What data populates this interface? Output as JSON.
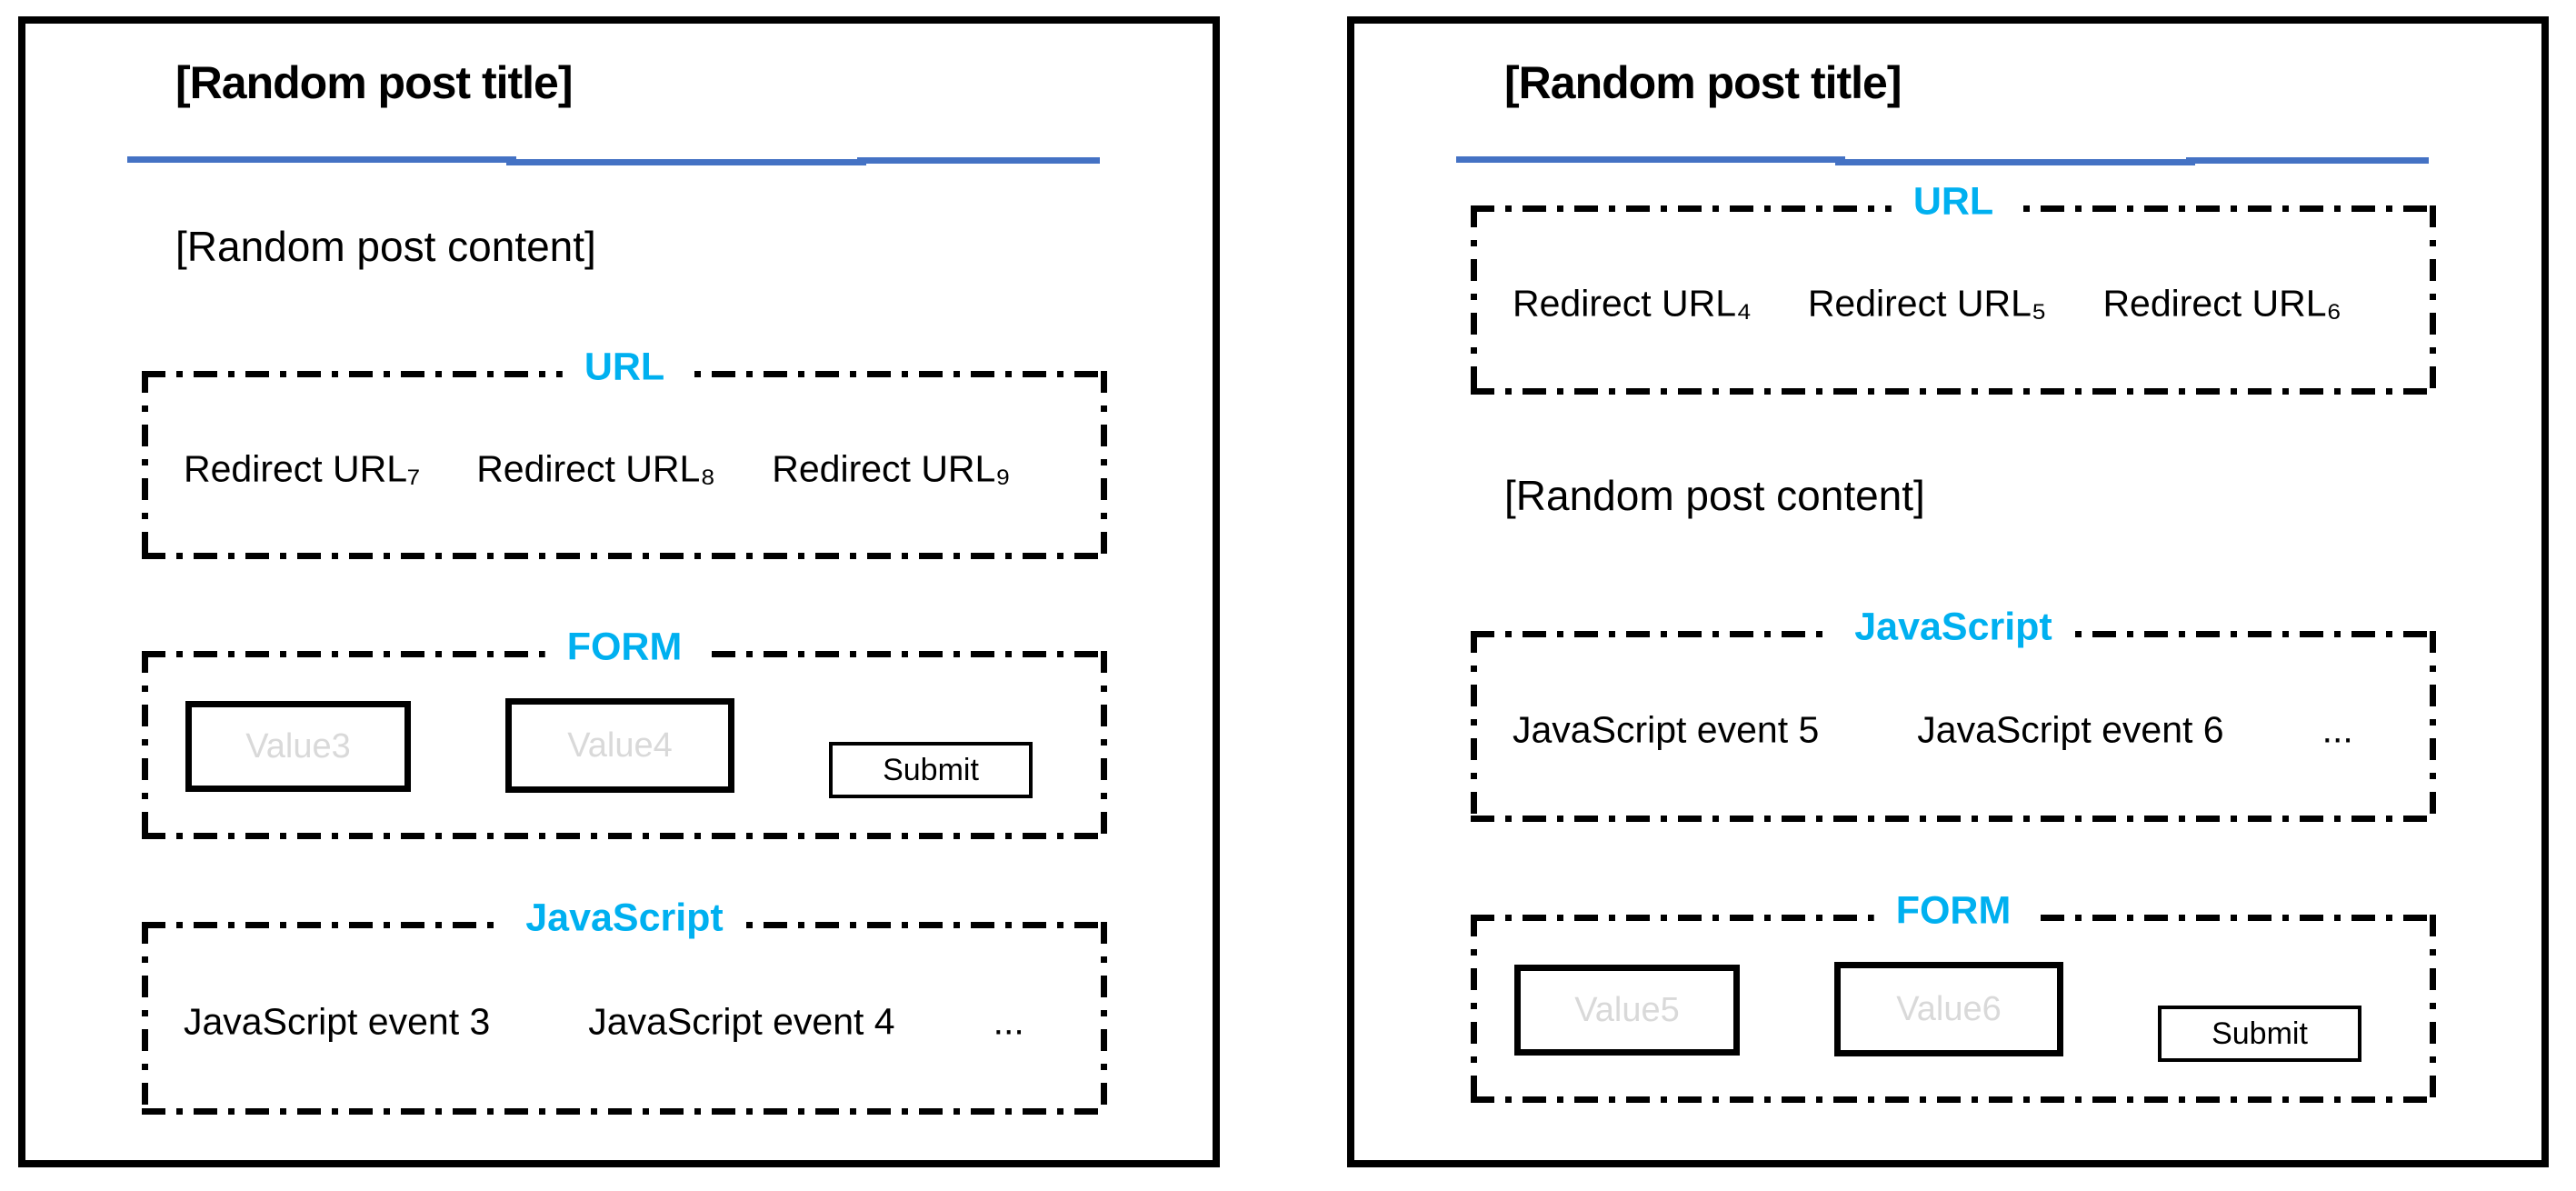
{
  "colors": {
    "accent_cyan": "#00B0F0",
    "underline_blue": "#4472C4",
    "placeholder_gray": "#D9D9D9",
    "border_black": "#000000"
  },
  "panels": [
    {
      "title": "[Random post title]",
      "content": "[Random post content]",
      "section_order": [
        "url",
        "form",
        "javascript"
      ],
      "url_section": {
        "label": "URL",
        "items": [
          "Redirect URL₇",
          "Redirect URL₈",
          "Redirect URL₉"
        ]
      },
      "form_section": {
        "label": "FORM",
        "inputs": [
          {
            "placeholder": "Value3"
          },
          {
            "placeholder": "Value4"
          }
        ],
        "submit_label": "Submit"
      },
      "js_section": {
        "label": "JavaScript",
        "items": [
          "JavaScript event 3",
          "JavaScript event 4",
          "..."
        ]
      }
    },
    {
      "title": "[Random post title]",
      "content": "[Random post content]",
      "section_order": [
        "url",
        "javascript",
        "form"
      ],
      "url_section": {
        "label": "URL",
        "items": [
          "Redirect URL₄",
          "Redirect URL₅",
          "Redirect URL₆"
        ]
      },
      "form_section": {
        "label": "FORM",
        "inputs": [
          {
            "placeholder": "Value5"
          },
          {
            "placeholder": "Value6"
          }
        ],
        "submit_label": "Submit"
      },
      "js_section": {
        "label": "JavaScript",
        "items": [
          "JavaScript event 5",
          "JavaScript event 6",
          "..."
        ]
      }
    }
  ]
}
